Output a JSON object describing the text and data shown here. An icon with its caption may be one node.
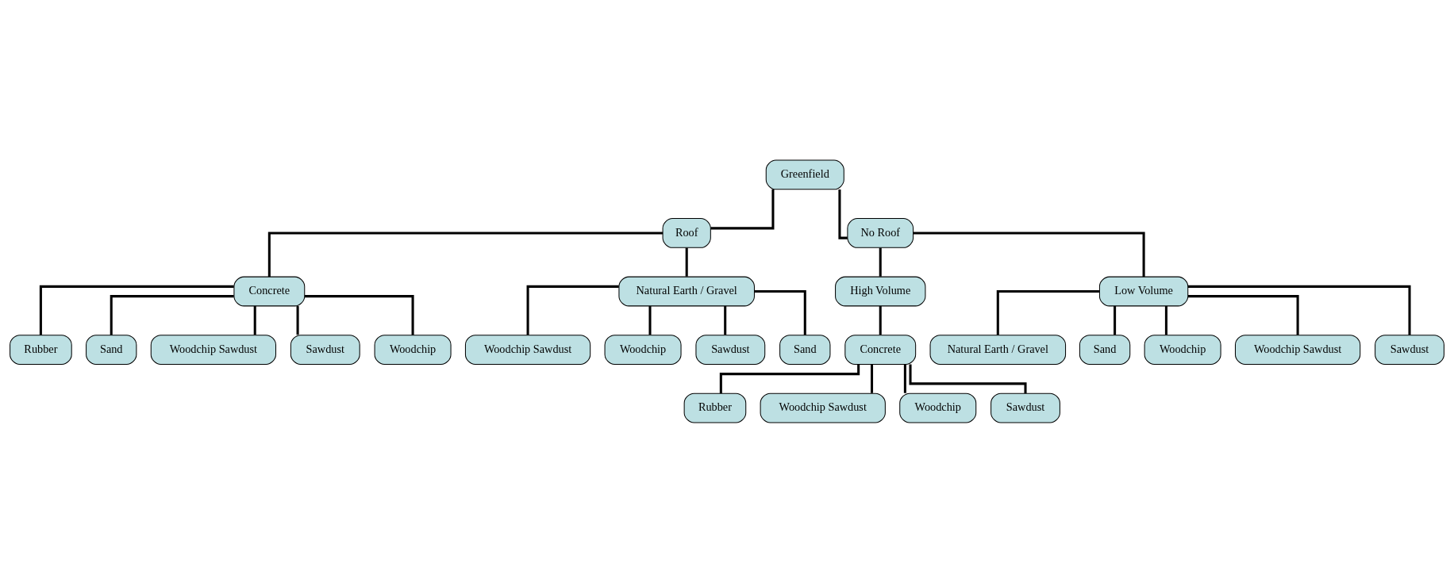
{
  "diagram": {
    "nodes": [
      {
        "text": [
          "Greenfield"
        ]
      },
      {
        "text": [
          "Roof"
        ]
      },
      {
        "text": [
          "No Roof"
        ]
      },
      {
        "text": [
          "Concrete"
        ]
      },
      {
        "text": [
          "Natural Earth / Gravel"
        ]
      },
      {
        "text": [
          "High Volume"
        ]
      },
      {
        "text": [
          "Low Volume"
        ]
      },
      {
        "text": [
          "Rubber"
        ]
      },
      {
        "text": [
          "Sand"
        ]
      },
      {
        "text": [
          "Woodchip Sawdust"
        ]
      },
      {
        "text": [
          "Sawdust"
        ]
      },
      {
        "text": [
          "Woodchip"
        ]
      },
      {
        "text": [
          "Woodchip Sawdust"
        ]
      },
      {
        "text": [
          "Woodchip"
        ]
      },
      {
        "text": [
          "Sawdust"
        ]
      },
      {
        "text": [
          "Sand"
        ]
      },
      {
        "text": [
          "Concrete"
        ]
      },
      {
        "text": [
          "Rubber"
        ]
      },
      {
        "text": [
          "Woodchip Sawdust"
        ]
      },
      {
        "text": [
          "Woodchip"
        ]
      },
      {
        "text": [
          "Sawdust"
        ]
      },
      {
        "text": [
          "Natural Earth / Gravel"
        ]
      },
      {
        "text": [
          "Sand"
        ]
      },
      {
        "text": [
          "Woodchip"
        ]
      },
      {
        "text": [
          "Woodchip Sawdust"
        ]
      },
      {
        "text": [
          "Sawdust"
        ]
      }
    ],
    "edges": [
      {
        "from": 0,
        "to": 1,
        "arrow": "none"
      },
      {
        "from": 0,
        "to": 2,
        "arrow": "none"
      },
      {
        "from": 1,
        "to": 3,
        "arrow": "none"
      },
      {
        "from": 1,
        "to": 4,
        "arrow": "none"
      },
      {
        "from": 2,
        "to": 5,
        "arrow": "none"
      },
      {
        "from": 2,
        "to": 6,
        "arrow": "none"
      },
      {
        "from": 3,
        "to": 7,
        "arrow": "none"
      },
      {
        "from": 3,
        "to": 8,
        "arrow": "none"
      },
      {
        "from": 3,
        "to": 9,
        "arrow": "none"
      },
      {
        "from": 3,
        "to": 10,
        "arrow": "none"
      },
      {
        "from": 3,
        "to": 11,
        "arrow": "none"
      },
      {
        "from": 4,
        "to": 12,
        "arrow": "none"
      },
      {
        "from": 4,
        "to": 13,
        "arrow": "none"
      },
      {
        "from": 4,
        "to": 14,
        "arrow": "none"
      },
      {
        "from": 4,
        "to": 15,
        "arrow": "none"
      },
      {
        "from": 5,
        "to": 16,
        "arrow": "none"
      },
      {
        "from": 16,
        "to": 17,
        "arrow": "none"
      },
      {
        "from": 16,
        "to": 18,
        "arrow": "none"
      },
      {
        "from": 16,
        "to": 19,
        "arrow": "none"
      },
      {
        "from": 16,
        "to": 20,
        "arrow": "none"
      },
      {
        "from": 6,
        "to": 21,
        "arrow": "none"
      },
      {
        "from": 6,
        "to": 22,
        "arrow": "none"
      },
      {
        "from": 6,
        "to": 23,
        "arrow": "none"
      },
      {
        "from": 6,
        "to": 24,
        "arrow": "none"
      },
      {
        "from": 6,
        "to": 25,
        "arrow": "none"
      }
    ]
  }
}
